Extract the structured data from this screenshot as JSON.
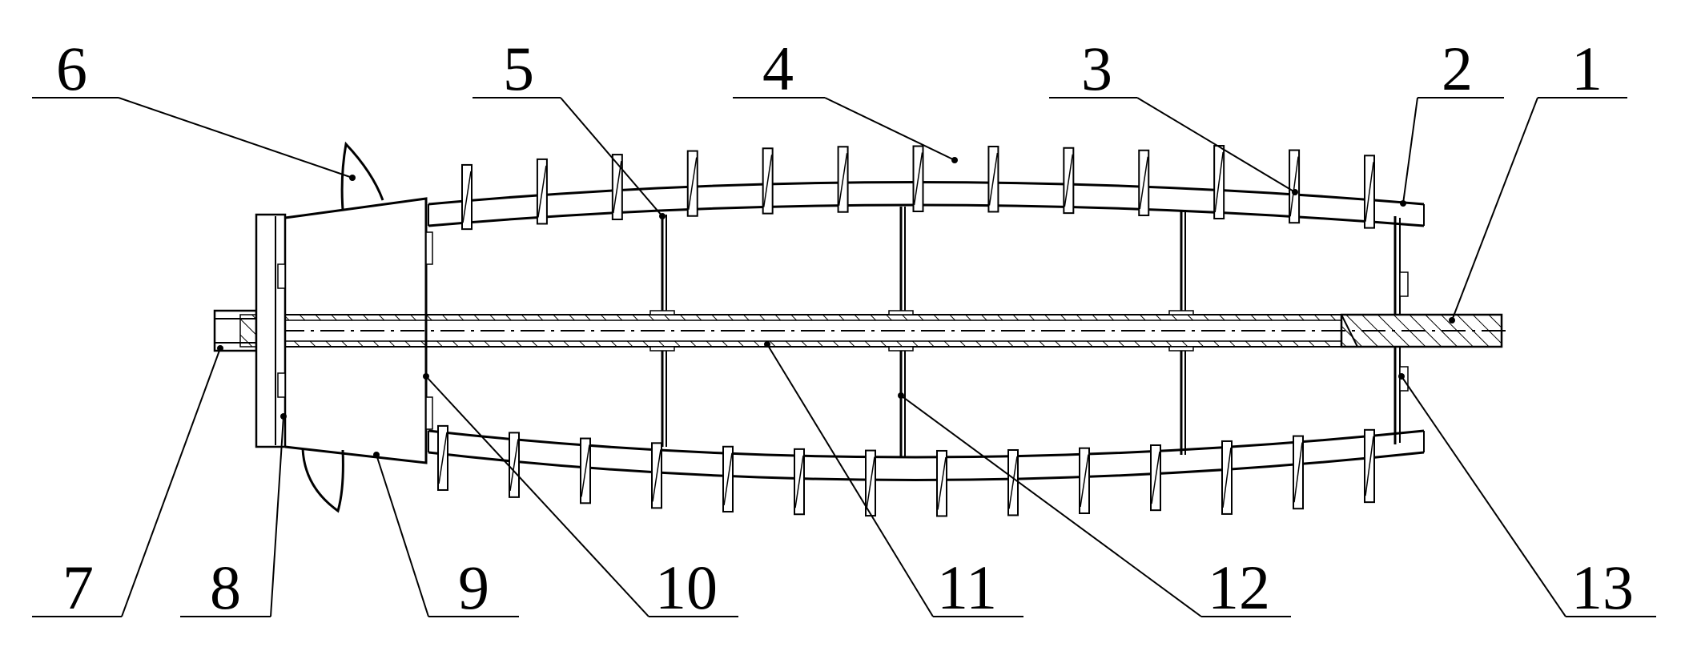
{
  "figure": {
    "callouts": [
      {
        "label": "1"
      },
      {
        "label": "2"
      },
      {
        "label": "3"
      },
      {
        "label": "4"
      },
      {
        "label": "5"
      },
      {
        "label": "6"
      },
      {
        "label": "7"
      },
      {
        "label": "8"
      },
      {
        "label": "9"
      },
      {
        "label": "10"
      },
      {
        "label": "11"
      },
      {
        "label": "12"
      },
      {
        "label": "13"
      }
    ],
    "upper_blade_count": 13,
    "lower_blade_count": 14,
    "bulkhead_count": 3
  },
  "colors": {
    "line": "#000000",
    "background": "#ffffff"
  }
}
